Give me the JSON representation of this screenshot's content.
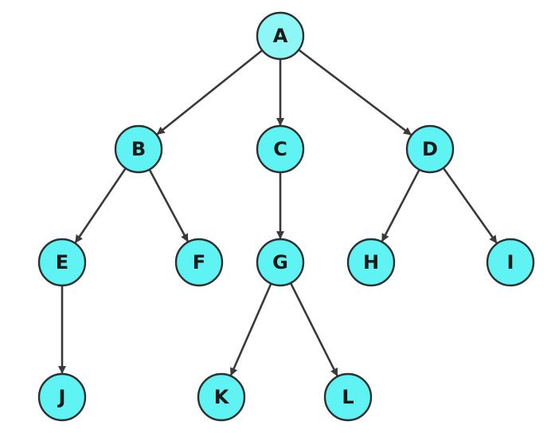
{
  "colors": {
    "node_fill": "#5ff3f3",
    "root_fill": "#8ff6f6",
    "stroke": "#2f2f2f",
    "edge": "#3a3a3a"
  },
  "nodes": [
    {
      "id": "A",
      "label": "A"
    },
    {
      "id": "B",
      "label": "B"
    },
    {
      "id": "C",
      "label": "C"
    },
    {
      "id": "D",
      "label": "D"
    },
    {
      "id": "E",
      "label": "E"
    },
    {
      "id": "F",
      "label": "F"
    },
    {
      "id": "G",
      "label": "G"
    },
    {
      "id": "H",
      "label": "H"
    },
    {
      "id": "I",
      "label": "I"
    },
    {
      "id": "J",
      "label": "J"
    },
    {
      "id": "K",
      "label": "K"
    },
    {
      "id": "L",
      "label": "L"
    }
  ],
  "edges": [
    {
      "from": "A",
      "to": "B"
    },
    {
      "from": "A",
      "to": "C"
    },
    {
      "from": "A",
      "to": "D"
    },
    {
      "from": "B",
      "to": "E"
    },
    {
      "from": "B",
      "to": "F"
    },
    {
      "from": "C",
      "to": "G"
    },
    {
      "from": "D",
      "to": "H"
    },
    {
      "from": "D",
      "to": "I"
    },
    {
      "from": "E",
      "to": "J"
    },
    {
      "from": "G",
      "to": "K"
    },
    {
      "from": "G",
      "to": "L"
    }
  ]
}
